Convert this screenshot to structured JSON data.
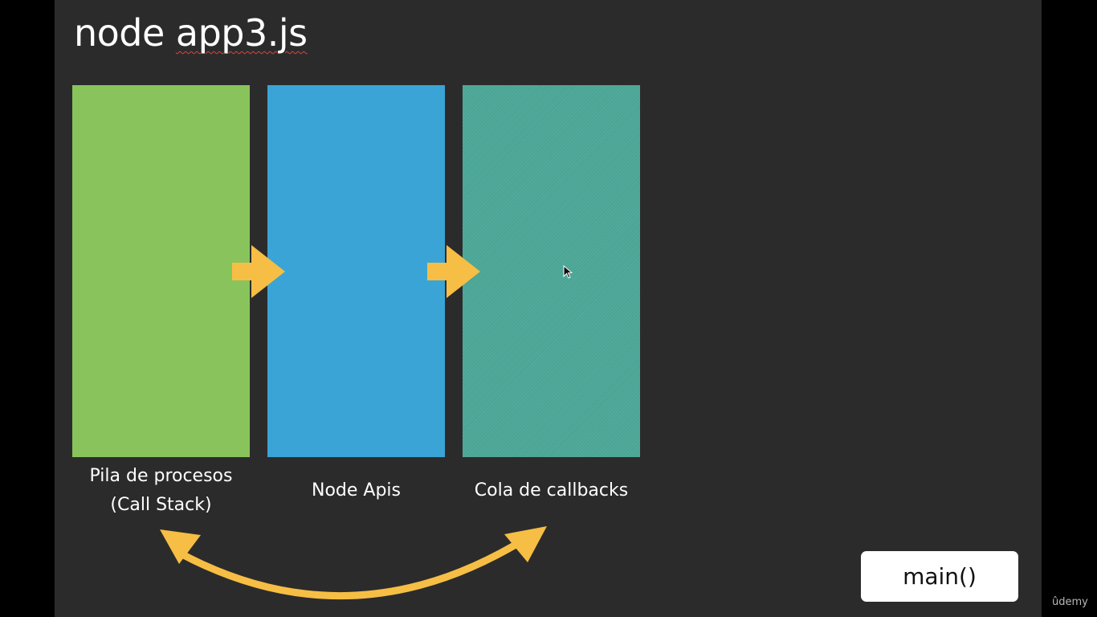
{
  "slide": {
    "title": "node app3.js"
  },
  "panels": [
    {
      "id": "call-stack",
      "label_line1": "Pila de procesos",
      "label_line2": "(Call Stack)",
      "color": "#88c45b"
    },
    {
      "id": "node-apis",
      "label": "Node Apis",
      "color": "#3aa4d6"
    },
    {
      "id": "callback-queue",
      "label": "Cola de callbacks",
      "color": "#4aa595"
    }
  ],
  "arrow_color": "#f6be44",
  "main_box": {
    "label": "main()"
  },
  "watermark": {
    "text": "ûdemy"
  }
}
